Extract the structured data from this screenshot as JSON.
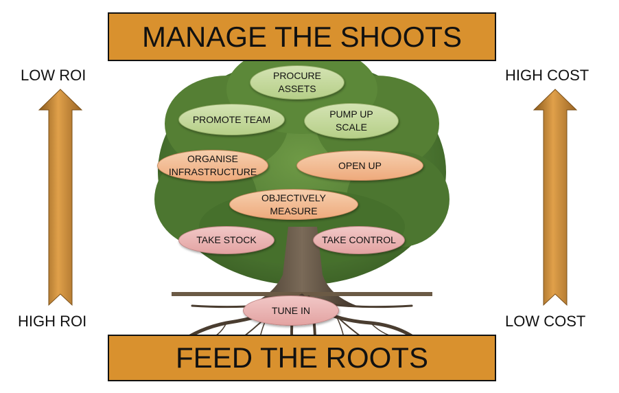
{
  "top_banner": "MANAGE THE SHOOTS",
  "bottom_banner": "FEED THE ROOTS",
  "left_axis": {
    "top": "LOW ROI",
    "bottom": "HIGH ROI"
  },
  "right_axis": {
    "top": "HIGH COST",
    "bottom": "LOW COST"
  },
  "stages": {
    "procure_assets": "PROCURE\nASSETS",
    "promote_team": "PROMOTE TEAM",
    "pump_up_scale": "PUMP UP\nSCALE",
    "organise_infrastructure": "ORGANISE\nINFRASTRUCTURE",
    "open_up": "OPEN UP",
    "objectively_measure": "OBJECTIVELY\nMEASURE",
    "take_stock": "TAKE STOCK",
    "take_control": "TAKE CONTROL",
    "tune_in": "TUNE IN"
  },
  "colors": {
    "banner": "#d9912e",
    "arrow": "#c8893a",
    "canopy": "#4f7a2f",
    "trunk": "#5b4a3a",
    "green_oval": "#c6daa0",
    "orange_oval": "#f1bb92",
    "pink_oval": "#eab5b4"
  }
}
